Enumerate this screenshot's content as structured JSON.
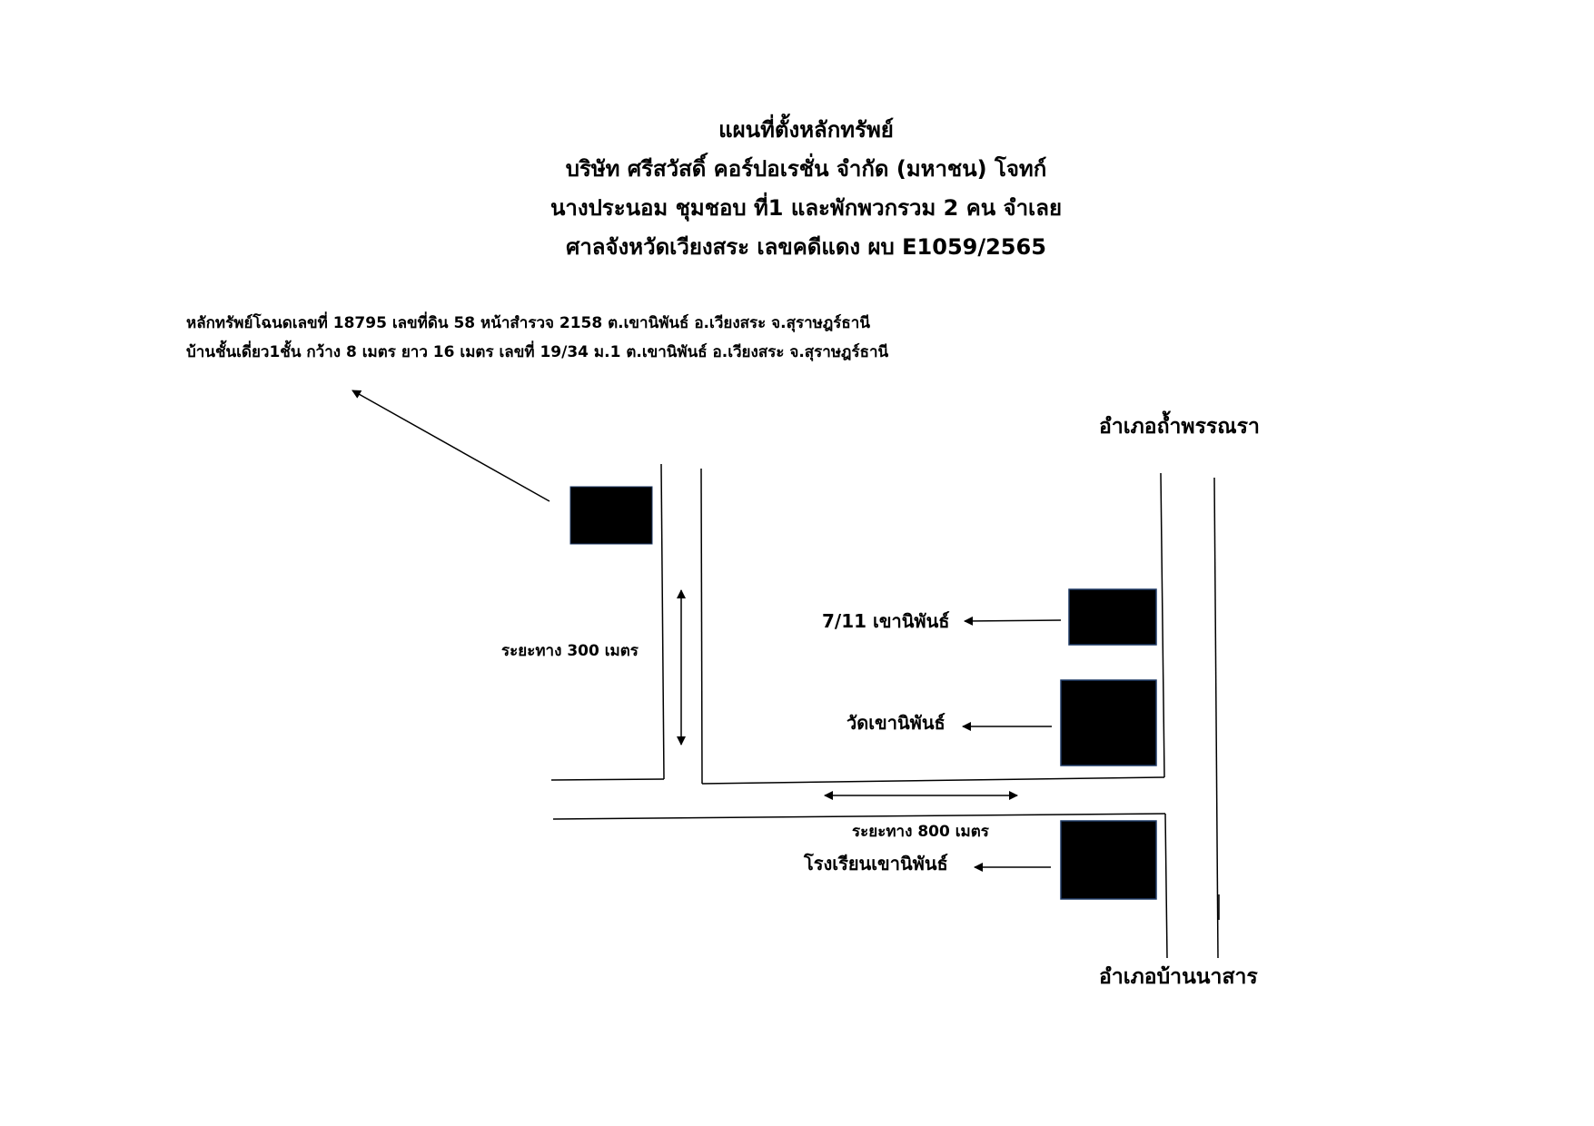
{
  "title": {
    "lines": [
      "แผนที่ตั้งหลักทรัพย์",
      "บริษัท ศรีสวัสดิ์ คอร์ปอเรชั่น จำกัด (มหาชน) โจทก์",
      "นางประนอม ชุมชอบ ที่1 และพักพวกรวม 2 คน จำเลย",
      "ศาลจังหวัดเวียงสระ เลขคดีแดง ผบ E1059/2565"
    ]
  },
  "asset": {
    "lines": [
      "หลักทรัพย์โฉนดเลขที่ 18795 เลขที่ดิน 58 หน้าสำรวจ 2158 ต.เขานิพันธ์ อ.เวียงสระ จ.สุราษฎร์ธานี",
      "บ้านชั้นเดี่ยว1ชั้น กว้าง 8 เมตร ยาว 16 เมตร เลขที่ 19/34 ม.1 ต.เขานิพันธ์ อ.เวียงสระ จ.สุราษฎร์ธานี"
    ]
  },
  "labels": {
    "district_north": "อำเภอถ้ำพรรณรา",
    "district_south": "อำเภอบ้านนาสาร",
    "seven_eleven": "7/11 เขานิพันธ์",
    "temple": "วัดเขานิพันธ์",
    "school": "โรงเรียนเขานิพันธ์",
    "distance_300": "ระยะทาง 300 เมตร",
    "distance_800": "ระยะทาง 800 เมตร"
  },
  "colors": {
    "line": "#000000",
    "building_fill": "#000000",
    "building_border": "#1f3a66",
    "background": "#ffffff"
  }
}
